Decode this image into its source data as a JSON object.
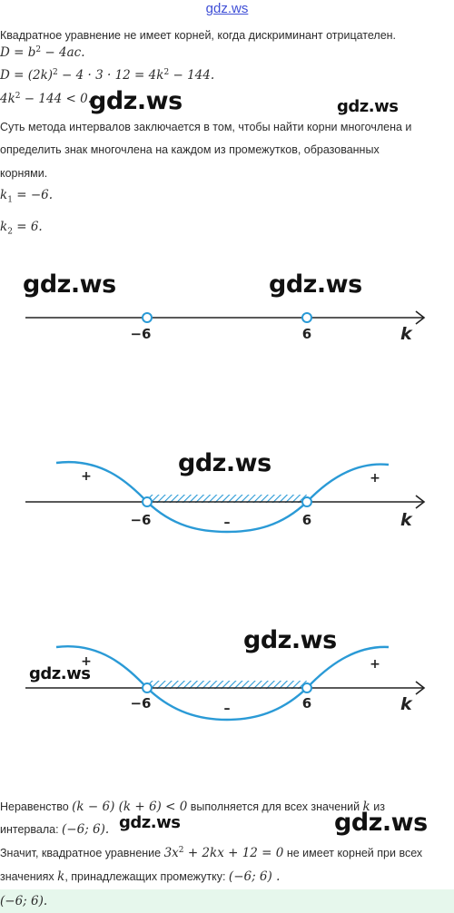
{
  "header": {
    "site": "gdz.ws"
  },
  "text": {
    "intro": "Квадратное уравнение не имеет корней, когда дискриминант отрицателен.",
    "method_line1": "Суть метода интервалов заключается в том, чтобы найти корни многочлена и",
    "method_line2": "определить знак многочлена на каждом из промежутков, образованных",
    "method_line3": "корнями.",
    "ineq_prefix": "Неравенство ",
    "ineq_suffix": " выполняется для всех значений ",
    "ineq_var_tail": " из",
    "interval_prefix": "интервала: ",
    "conclusion_prefix": "Значит, квадратное уравнение ",
    "conclusion_suffix": " не имеет корней при всех",
    "values_prefix": "значениях ",
    "values_suffix": ", принадлежащих промежутку: "
  },
  "math": {
    "k_var": "k",
    "k1_value": " = −6.",
    "k2_value": " = 6.",
    "ineq": "(k − 6) (k + 6) < 0",
    "interval": "(−6; 6).",
    "interval2": "(−6; 6) .",
    "answer": "(−6; 6)."
  },
  "diagram": {
    "left_root_label": "−6",
    "right_root_label": "6",
    "axis_var": "k",
    "plus": "+",
    "minus": "–"
  },
  "watermarks": {
    "text": "gdz.ws"
  },
  "colors": {
    "curve": "#2a9ad6",
    "axis": "#222222",
    "link": "#3f4fd6",
    "answer_bg": "#e6f7ec"
  }
}
